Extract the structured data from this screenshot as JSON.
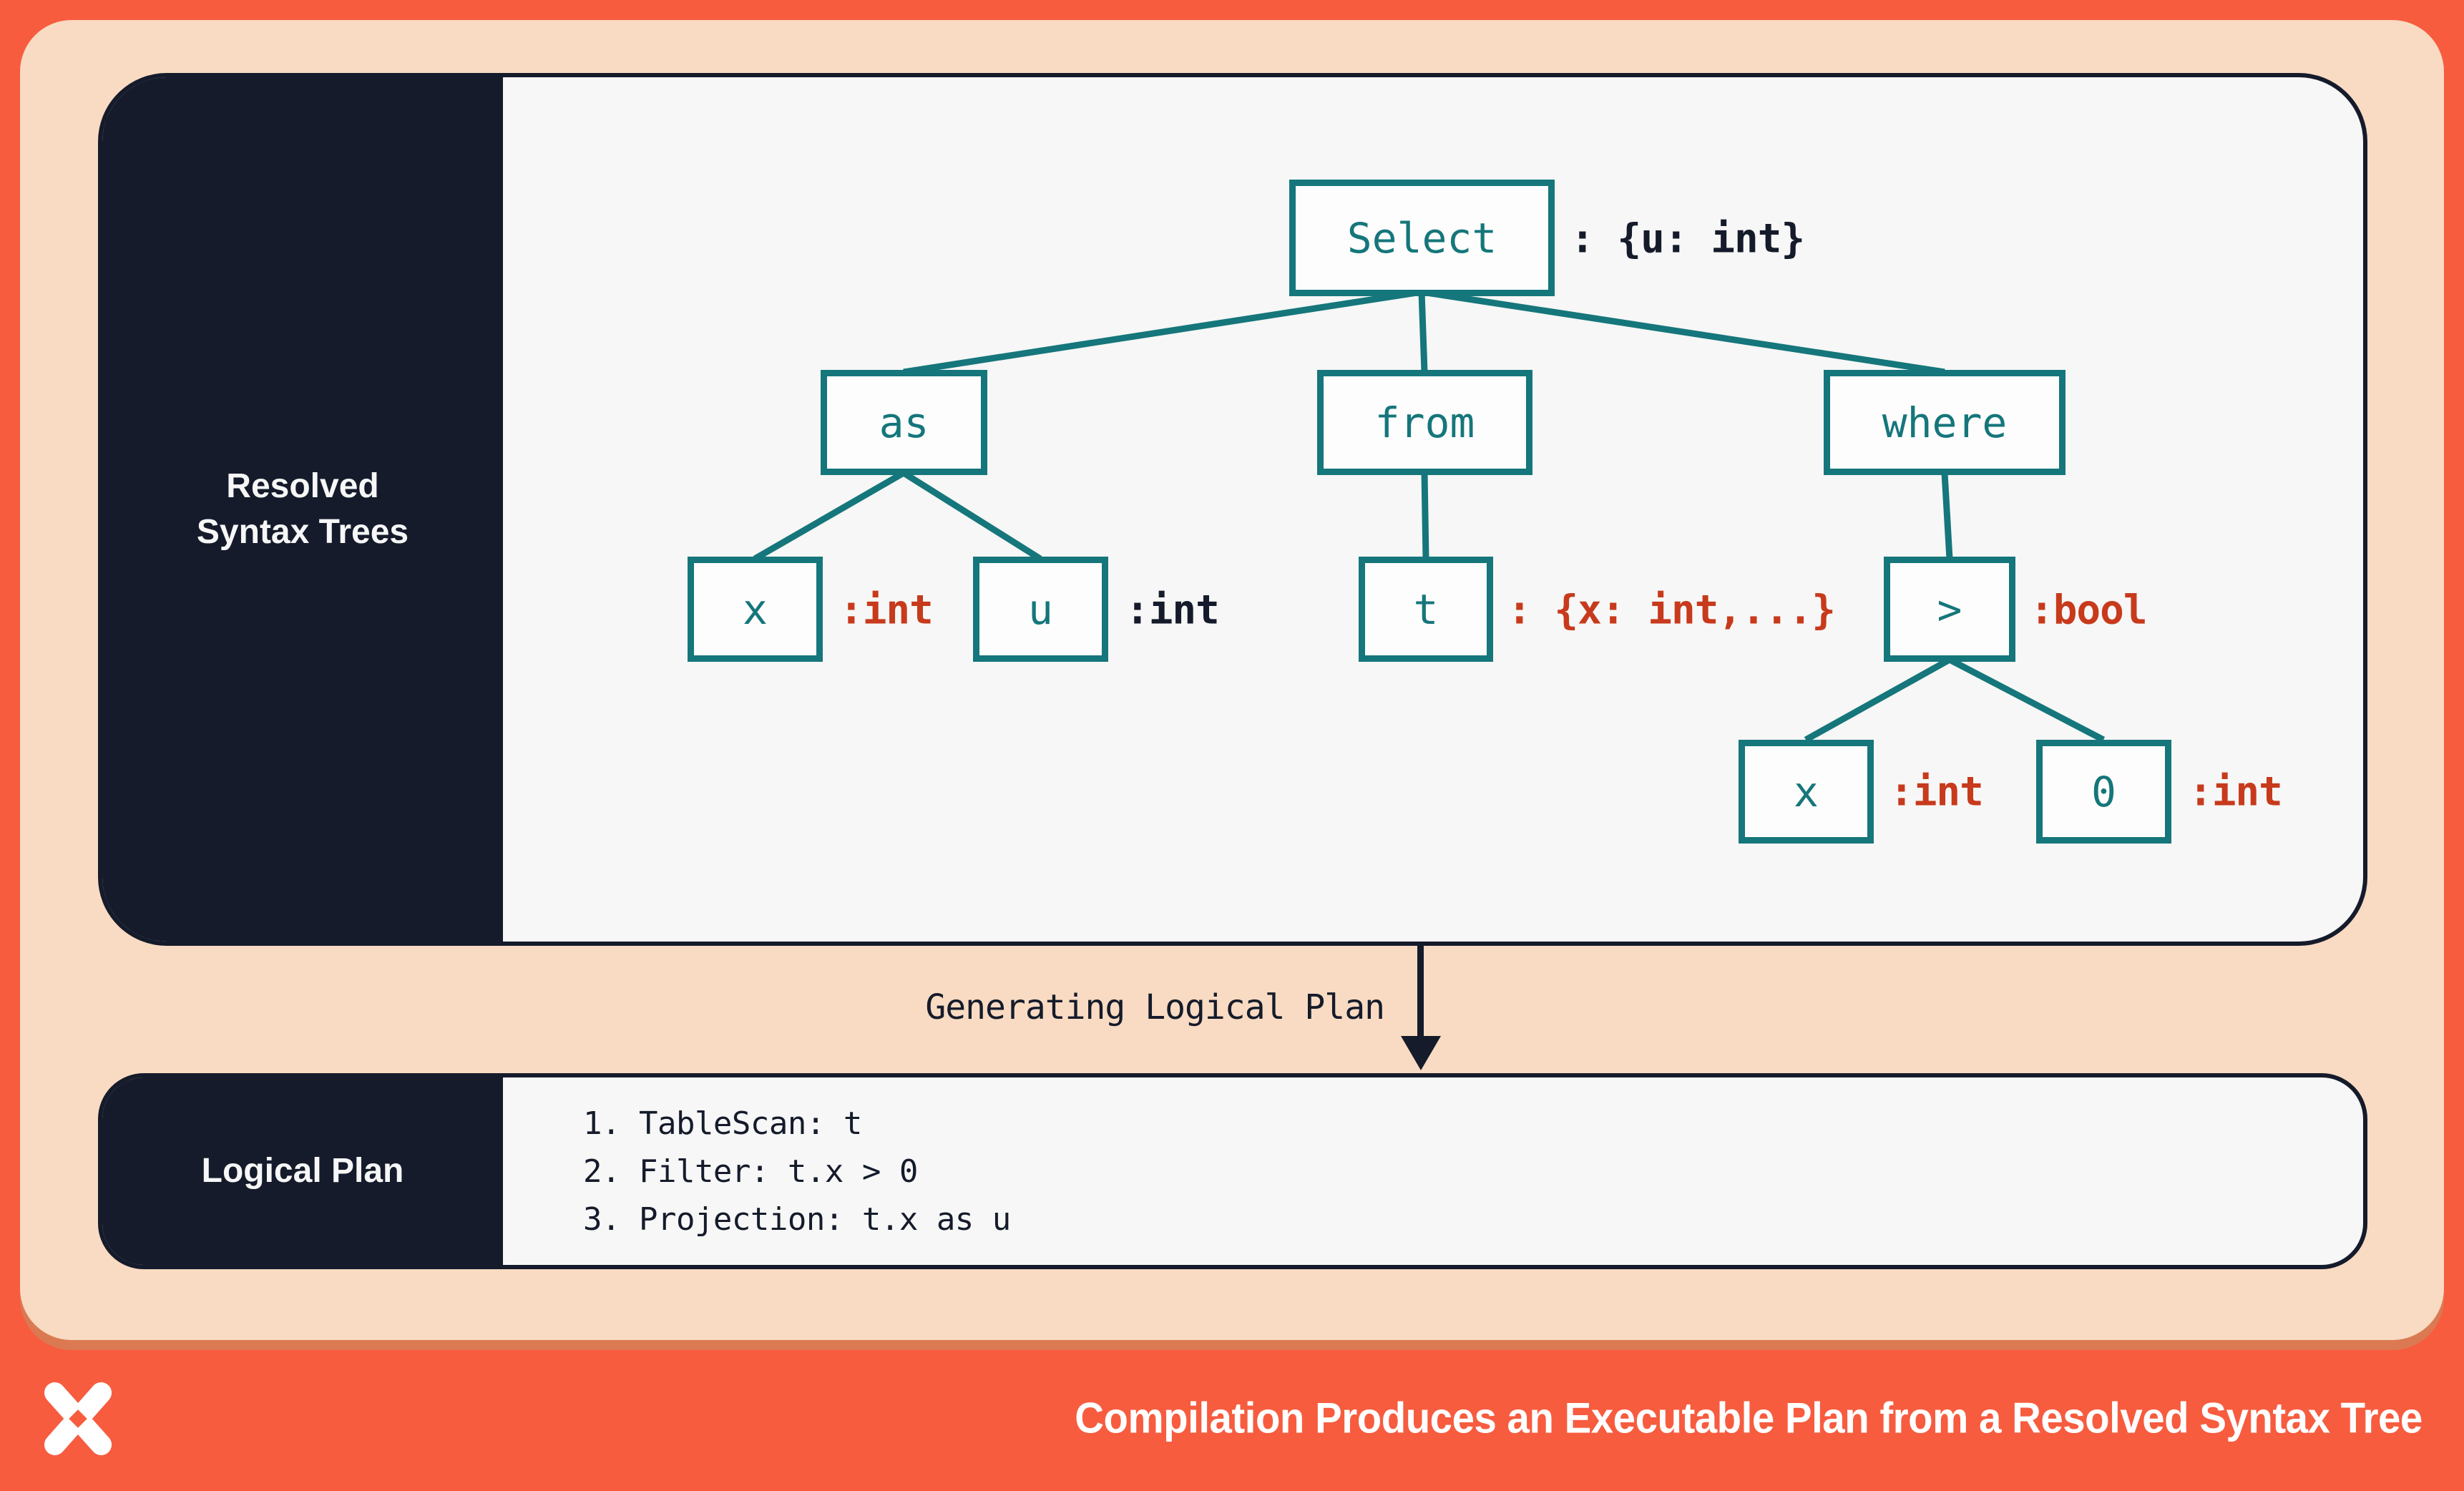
{
  "colors": {
    "coral": "#f75c3f",
    "peach": "#f8dbc2",
    "navy": "#151b2b",
    "card_background": "#f6f7f6",
    "teal": "#15767b",
    "red": "#c73a1c"
  },
  "resolved_panel": {
    "label_line1": "Resolved",
    "label_line2": "Syntax Trees"
  },
  "tree": {
    "select": {
      "label": "Select",
      "annotation": ": {u: int}"
    },
    "as": {
      "label": "as"
    },
    "from": {
      "label": "from"
    },
    "where": {
      "label": "where"
    },
    "x_as": {
      "label": "x",
      "annotation": ":int"
    },
    "u_as": {
      "label": "u",
      "annotation": ":int"
    },
    "t_from": {
      "label": "t",
      "annotation": ": {x: int,...}"
    },
    "gt_where": {
      "label": ">",
      "annotation": ":bool"
    },
    "x_gt": {
      "label": "x",
      "annotation": ":int"
    },
    "zero_gt": {
      "label": "0",
      "annotation": ":int"
    }
  },
  "transition": {
    "label": "Generating Logical Plan"
  },
  "logical_panel": {
    "label": "Logical Plan",
    "steps": [
      "1. TableScan: t",
      "2. Filter: t.x > 0",
      "3. Projection: t.x as u"
    ]
  },
  "footer": {
    "logo": "x-mark-logo",
    "title": "Compilation Produces an Executable Plan from a Resolved Syntax Tree"
  }
}
